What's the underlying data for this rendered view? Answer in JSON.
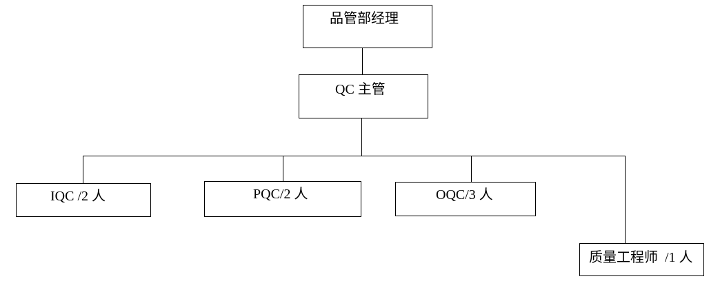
{
  "org_chart": {
    "manager": "品管部经理",
    "supervisor": "QC 主管",
    "teams": {
      "iqc": "IQC /2 人",
      "pqc": "PQC/2 人",
      "oqc": "OQC/3 人",
      "quality_engineer": "质量工程师  /1 人"
    }
  }
}
